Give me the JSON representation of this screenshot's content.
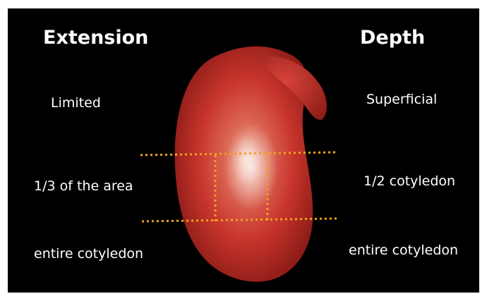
{
  "extension": {
    "heading": "Extension",
    "levels": [
      "Limited",
      "1/3 of the area",
      "entire cotyledon"
    ]
  },
  "depth": {
    "heading": "Depth",
    "levels": [
      "Superficial",
      "1/2 cotyledon",
      "entire cotyledon"
    ]
  },
  "colors": {
    "background": "#000000",
    "seed": "#c7352d",
    "guide_lines": "#f0a020",
    "text": "#ffffff"
  }
}
